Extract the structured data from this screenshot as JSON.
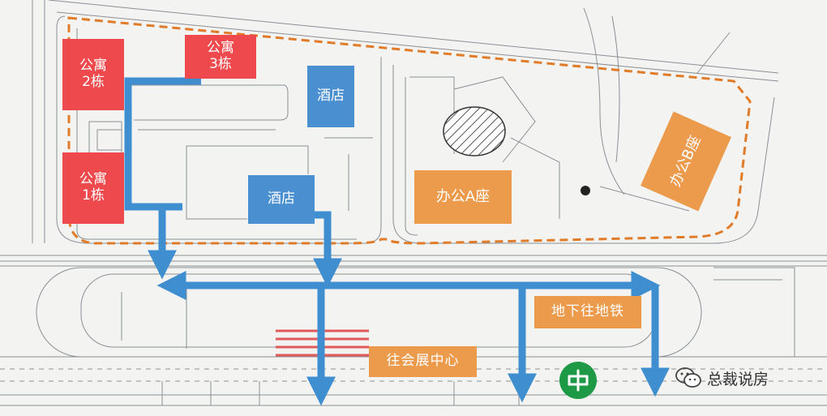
{
  "buildings": {
    "apt2": "公寓\n2栋",
    "apt3": "公寓\n3栋",
    "apt1": "公寓\n1栋",
    "hotel_top": "酒店",
    "hotel_mid": "酒店",
    "office_a": "办公A座",
    "office_b": "办公B座"
  },
  "routes": {
    "metro_underground": "地下往地铁",
    "to_expo": "往会展中心"
  },
  "watermark": "总裁说房",
  "colors": {
    "residential": "#ee4a4d",
    "hotel": "#4a8fd0",
    "office": "#ec9b4d",
    "route_arrow": "#3f8ed0",
    "boundary": "#e07b2a",
    "metro": "#1e9a46"
  },
  "icons": [
    "metro-logo-icon",
    "wechat-icon"
  ]
}
